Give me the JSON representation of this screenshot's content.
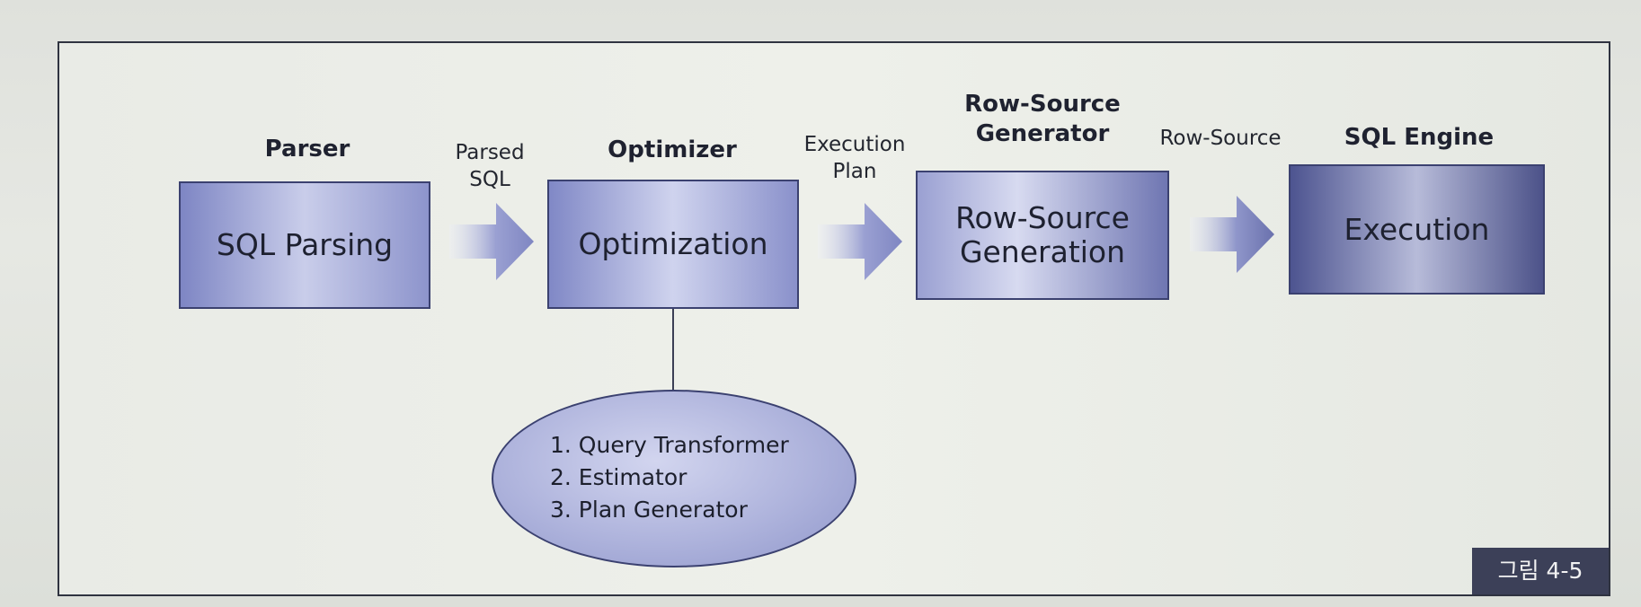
{
  "stages": [
    {
      "title": "Parser",
      "box": [
        "SQL Parsing"
      ]
    },
    {
      "title": "Optimizer",
      "box": [
        "Optimization"
      ]
    },
    {
      "title": [
        "Row-Source",
        "Generator"
      ],
      "box": [
        "Row-Source",
        "Generation"
      ]
    },
    {
      "title": "SQL Engine",
      "box": [
        "Execution"
      ]
    }
  ],
  "flows": [
    [
      "Parsed",
      "SQL"
    ],
    [
      "Execution",
      "Plan"
    ],
    [
      "Row-Source"
    ]
  ],
  "optimizer_components": [
    "1. Query Transformer",
    "2. Estimator",
    "3. Plan Generator"
  ],
  "figure_label": "그림 4-5",
  "colors": {
    "frame": "#2f3340",
    "box_border": "#3b4170",
    "box_fill": "#9aa0d2",
    "arrow_fill": "#7f86c2",
    "badge_bg": "#3c4058"
  },
  "icons": [
    "right-arrow-icon"
  ]
}
